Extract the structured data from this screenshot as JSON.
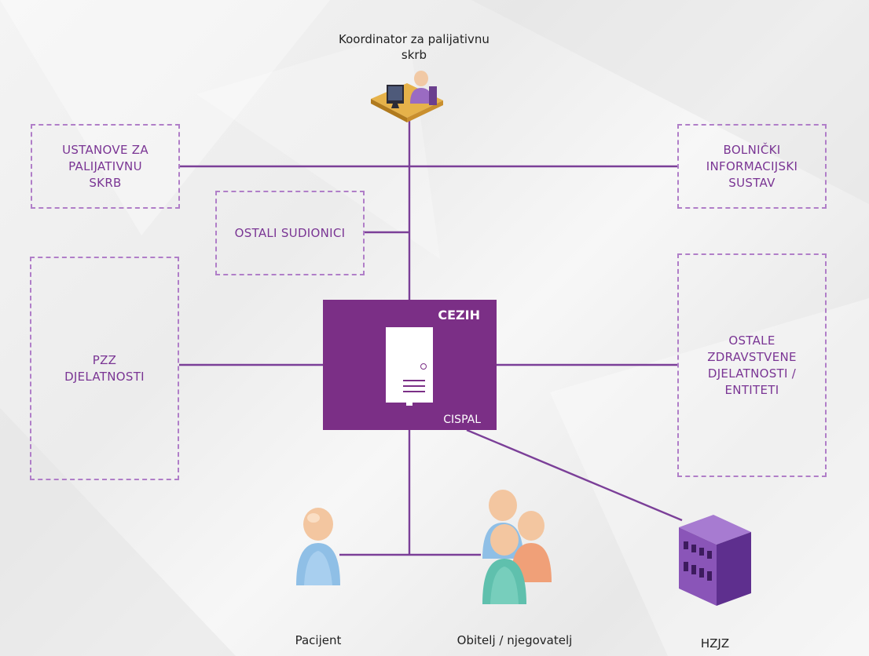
{
  "coordinator": {
    "label": "Koordinator za palijativnu\nskrb",
    "icon": "coordinator-workstation-icon"
  },
  "boxes": {
    "ustanove": "USTANOVE ZA\nPALIJATIVNU\nSKRB",
    "bolnicki": "BOLNIČKI\nINFORMACIJSKI\nSUSTAV",
    "ostali_sudionici": "OSTALI SUDIONICI",
    "pzz": "PZZ\nDJELATNOSTI",
    "ostale": "OSTALE\nZDRAVSTVENE\nDJELATNOSTI /\nENTITETI"
  },
  "center": {
    "title": "CEZIH",
    "subtitle": "CISPAL",
    "icon": "server-icon"
  },
  "bottom": {
    "pacijent": "Pacijent",
    "obitelj": "Obitelj / njegovatelj",
    "hzjz": "HZJZ"
  },
  "colors": {
    "accent": "#7b2f86",
    "line": "#7b3f98",
    "dashed": "#b07ec8"
  }
}
